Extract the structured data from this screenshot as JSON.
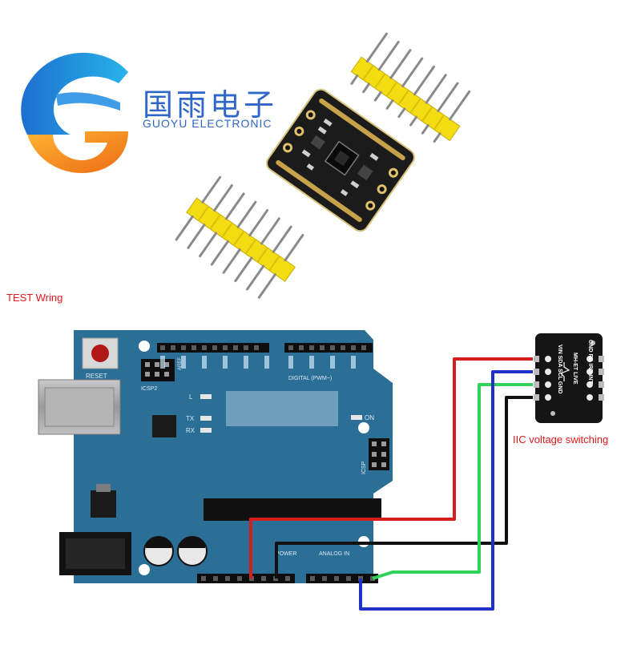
{
  "brand": {
    "name_cn": "国雨电子",
    "name_en": "GUOYU ELECTRONIC"
  },
  "captions": {
    "test_wiring": "TEST Wring",
    "iic_switch": "IIC voltage switching"
  },
  "board": {
    "reset_label": "RESET",
    "icsp2_label": "ICSP2",
    "aref_label": "AREF",
    "digital_label": "DIGITAL (PWM~)",
    "l_label": "L",
    "tx_label": "TX",
    "rx_label": "RX",
    "on_label": "ON",
    "icsp_label": "ICSP",
    "power_label": "POWER",
    "analog_label": "ANALOG IN"
  },
  "sensor": {
    "pins_top": "GND RD IRD INT",
    "brand_text": "MH-ET LIVE",
    "pins_bottom": "VIN SDA SCL GND"
  },
  "colors": {
    "brand_blue": "#2f67c9",
    "brand_orange": "#f08a1c",
    "board_blue": "#2b6f96",
    "wire_red": "#d81d1d",
    "wire_green": "#2fd35a",
    "wire_blue": "#2032c8",
    "wire_black": "#111111",
    "header_yellow": "#f3dc12"
  }
}
